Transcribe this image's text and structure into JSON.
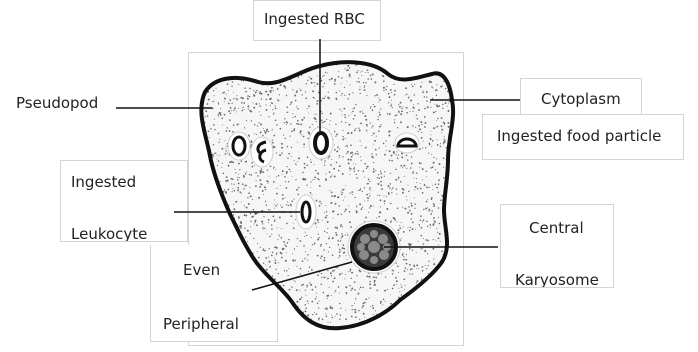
{
  "diagram": {
    "labels": {
      "ingested_rbc": "Ingested RBC",
      "pseudopod": "Pseudopod",
      "cytoplasm": "Cytoplasm",
      "ingested_food_particle": "Ingested food particle",
      "ingested_leukocyte_line1": "Ingested",
      "ingested_leukocyte_line2": "Leukocyte",
      "central_karyosome_line1": "Central",
      "central_karyosome_line2": "Karyosome",
      "even_peripheral_line1": "Even",
      "even_peripheral_line2": "Peripheral"
    },
    "colors": {
      "outline": "#111111",
      "stipple": "#6a6a6a",
      "nucleus_ring": "#222222",
      "karyosome": "#8a8a8a",
      "box_border": "#d4d4d4",
      "text": "#222222"
    }
  }
}
